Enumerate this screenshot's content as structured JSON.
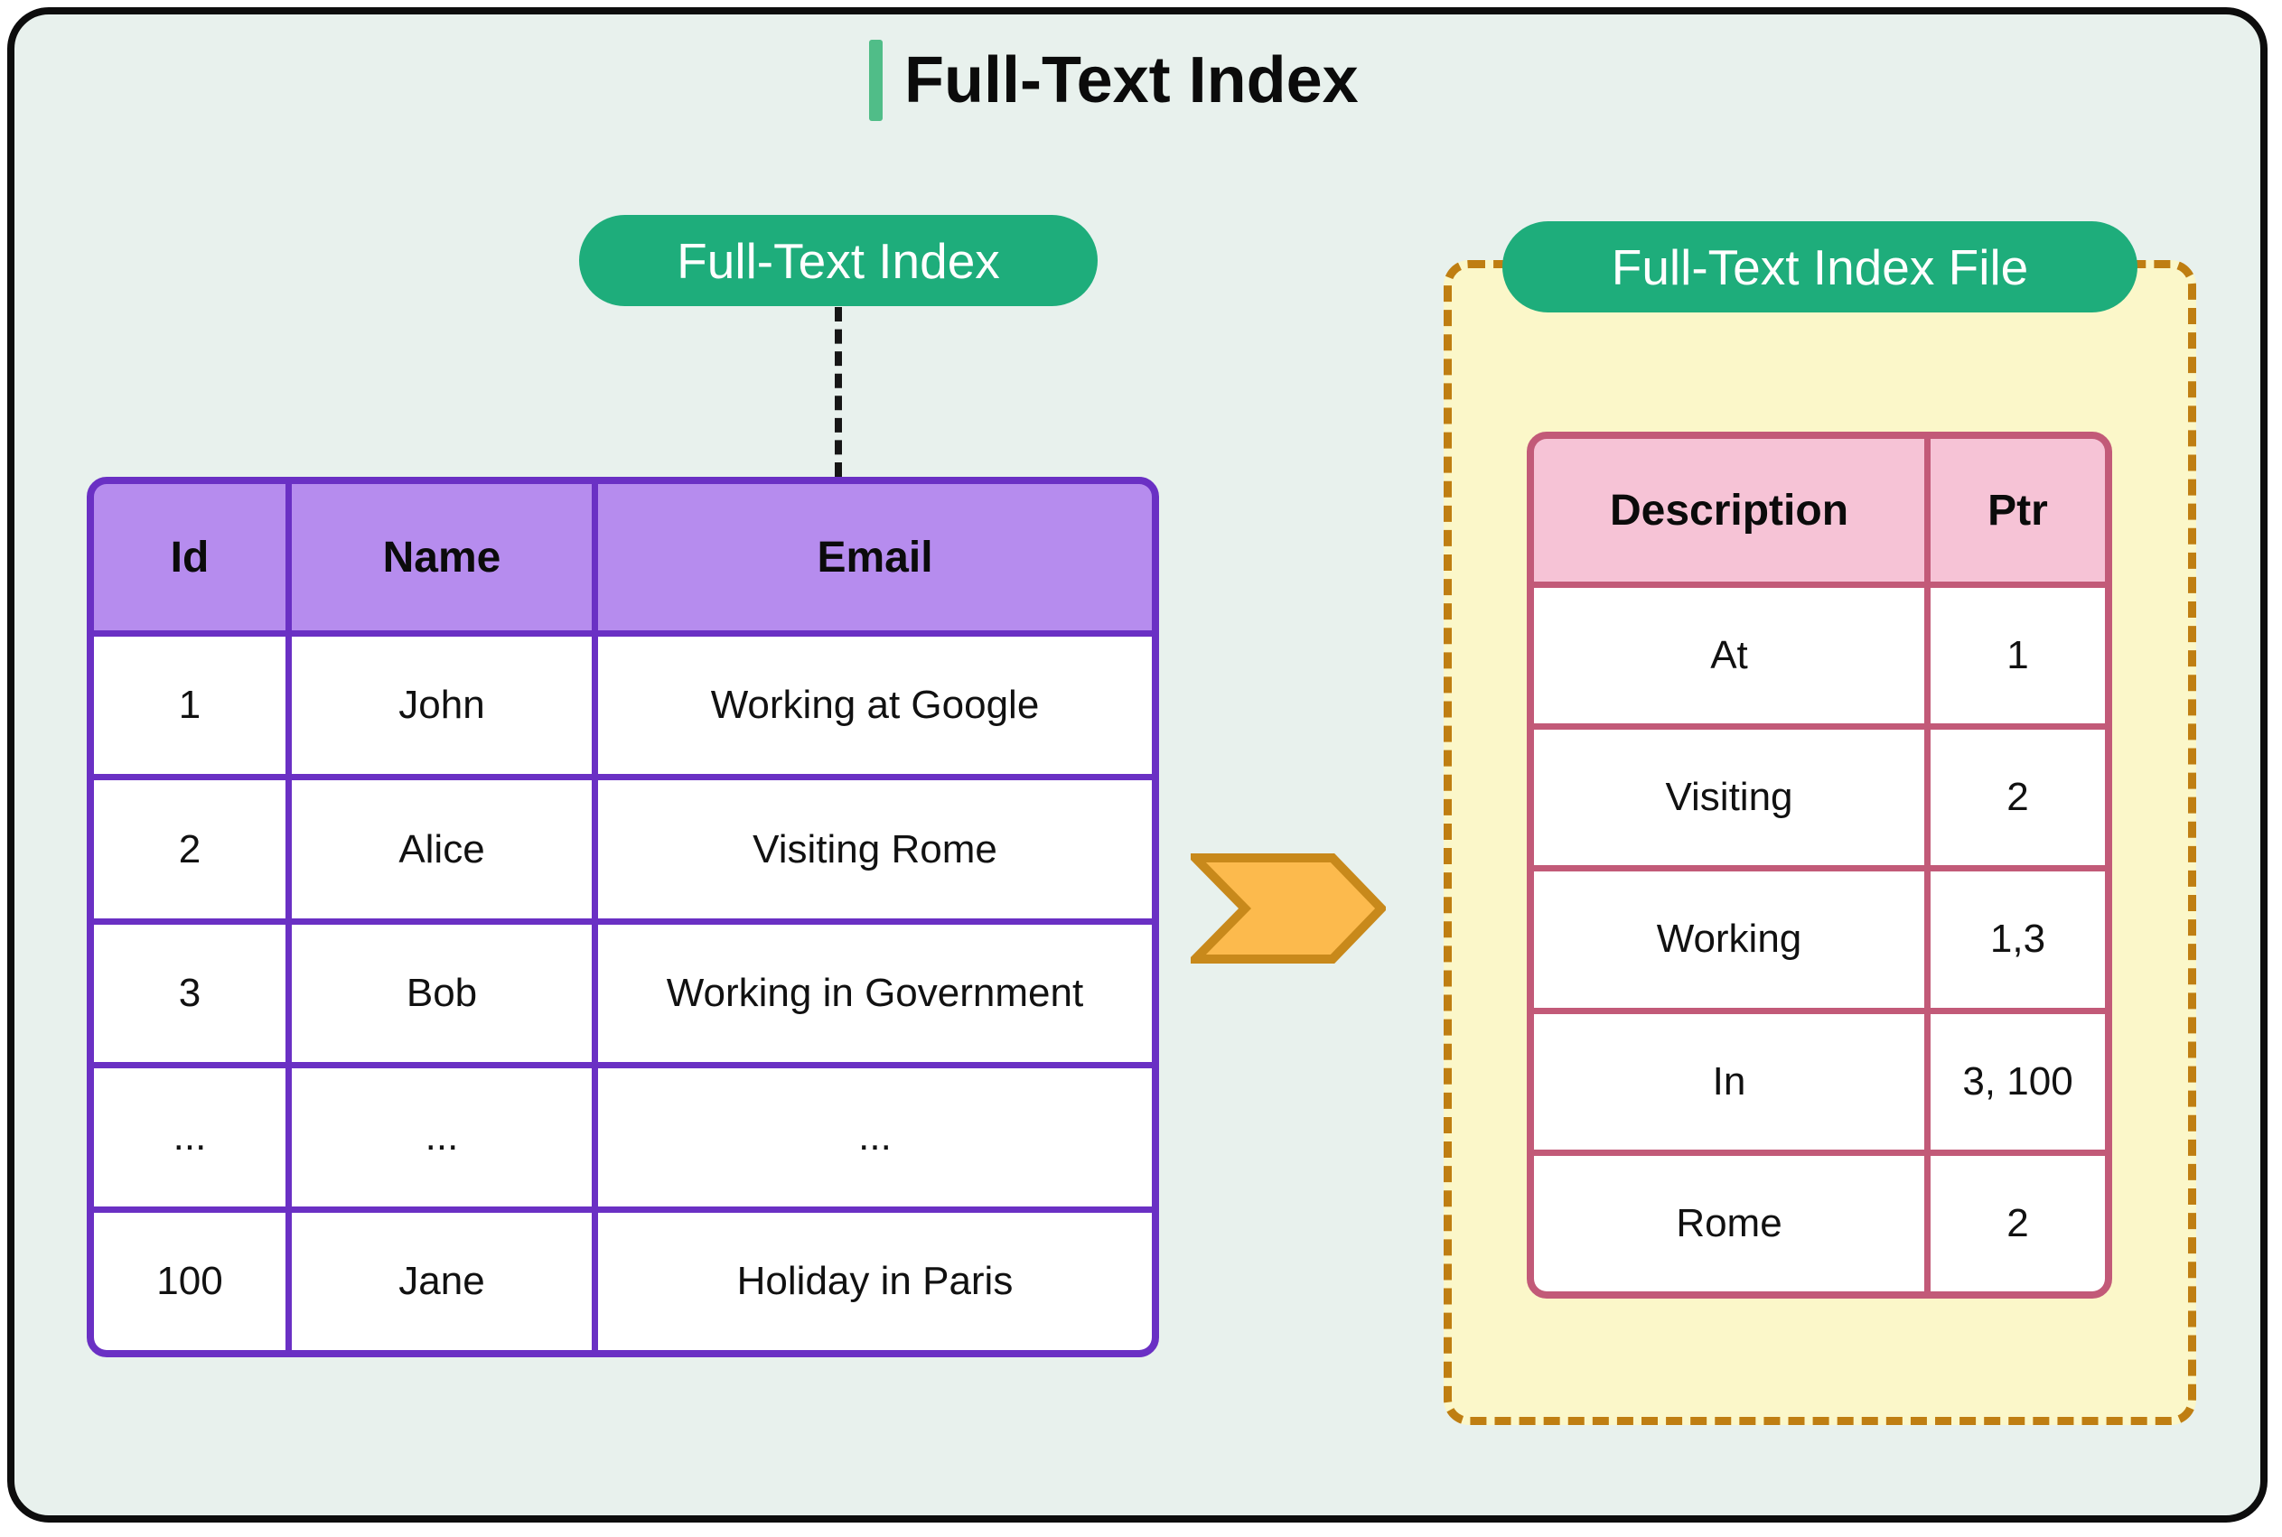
{
  "title": "Full-Text Index",
  "source_pill": {
    "label": "Full-Text Index"
  },
  "file_pill": {
    "label": "Full-Text Index File"
  },
  "users_table": {
    "headers": [
      "Id",
      "Name",
      "Email"
    ],
    "rows": [
      [
        "1",
        "John",
        "Working at Google"
      ],
      [
        "2",
        "Alice",
        "Visiting Rome"
      ],
      [
        "3",
        "Bob",
        "Working in Government"
      ],
      [
        "...",
        "...",
        "..."
      ],
      [
        "100",
        "Jane",
        "Holiday in Paris"
      ]
    ]
  },
  "index_table": {
    "headers": [
      "Description",
      "Ptr"
    ],
    "rows": [
      [
        "At",
        "1"
      ],
      [
        "Visiting",
        "2"
      ],
      [
        "Working",
        "1,3"
      ],
      [
        "In",
        "3, 100"
      ],
      [
        "Rome",
        "2"
      ]
    ]
  },
  "icons": {
    "arrow": "chevron-right-arrow"
  },
  "colors": {
    "page_background": "#e8f1ed",
    "frame_border": "#0d0d0d",
    "accent_green": "#1ead7b",
    "title_bar_green": "#50bd88",
    "purple_border": "#6a30c4",
    "purple_header_bg": "#b68cee",
    "pink_border": "#c25a78",
    "pink_header_bg": "#f6c3d6",
    "file_box_bg": "#fbf7c9",
    "file_box_dash": "#bf7e12",
    "arrow_fill": "#fcba4d",
    "arrow_stroke": "#c8891b",
    "connector_dash": "#161616"
  }
}
